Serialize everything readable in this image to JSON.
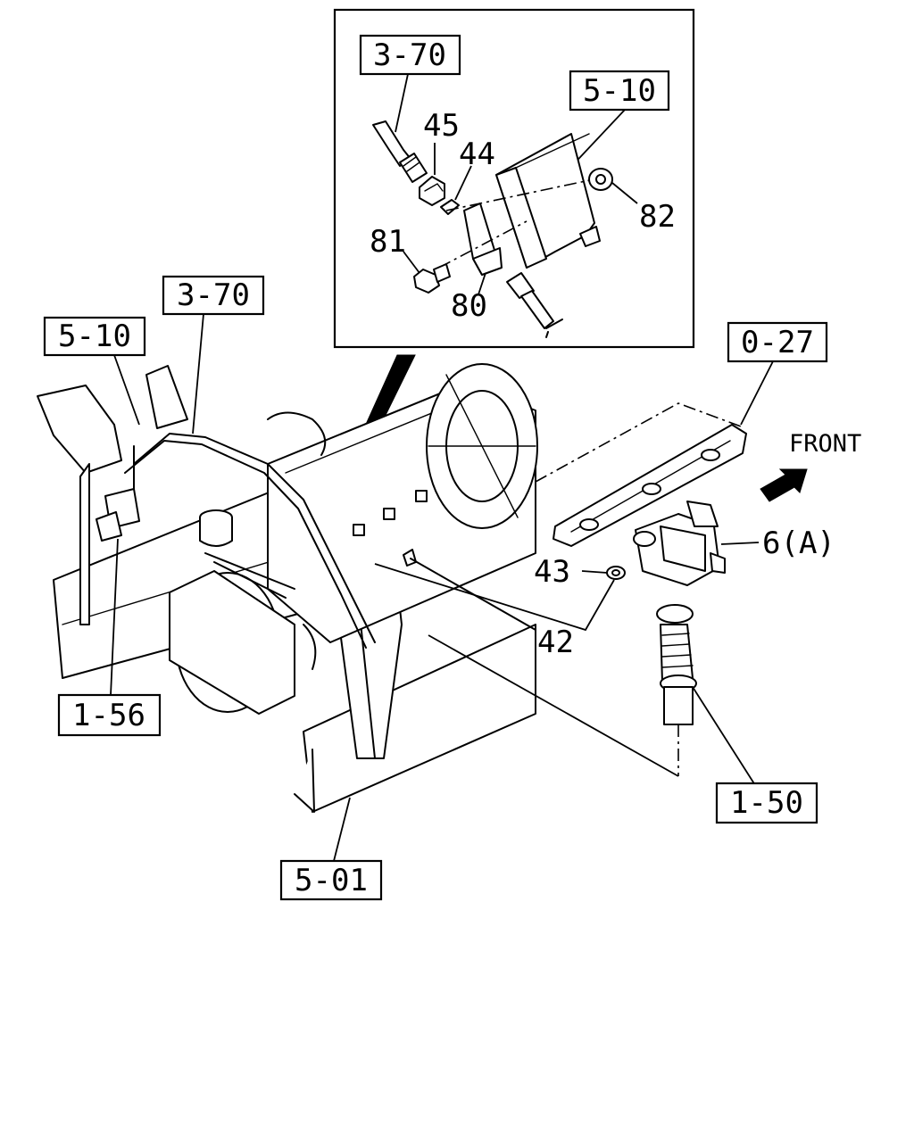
{
  "diagram": {
    "front_label": "FRONT",
    "inset_references": {
      "ref_3_70": "3-70",
      "ref_5_10": "5-10"
    },
    "main_references": {
      "ref_3_70": "3-70",
      "ref_5_10": "5-10",
      "ref_0_27": "0-27",
      "ref_1_56": "1-56",
      "ref_1_50": "1-50",
      "ref_5_01": "5-01"
    },
    "part_numbers": {
      "p45": "45",
      "p44": "44",
      "p81": "81",
      "p80": "80",
      "p82": "82",
      "p43": "43",
      "p42": "42",
      "p6a": "6(A)"
    }
  }
}
